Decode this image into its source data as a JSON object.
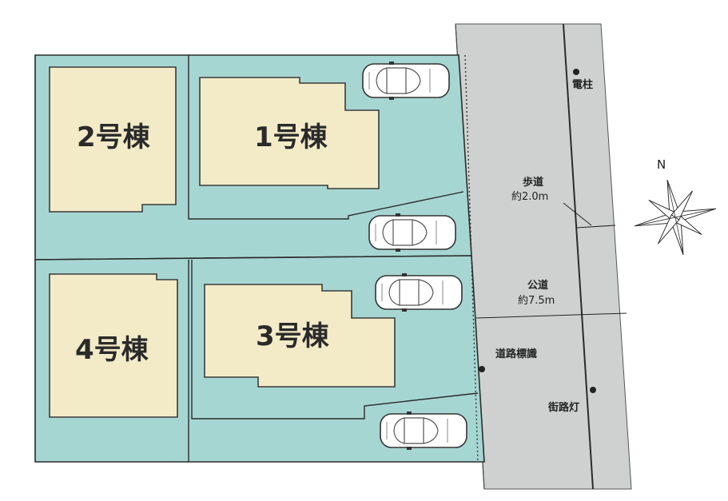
{
  "buildings": {
    "b1": "1号棟",
    "b2": "2号棟",
    "b3": "3号棟",
    "b4": "4号棟"
  },
  "road": {
    "sidewalk_label": "歩道",
    "sidewalk_width": "約2.0m",
    "public_road_label": "公道",
    "public_road_width": "約7.5m",
    "utility_pole": "電柱",
    "road_sign": "道路標識",
    "street_light": "街路灯"
  },
  "compass": {
    "north": "N"
  },
  "colors": {
    "lot": "#a6d6d2",
    "building": "#f3ebc8",
    "road": "#cfd1d0",
    "outline": "#2b2b2b"
  }
}
